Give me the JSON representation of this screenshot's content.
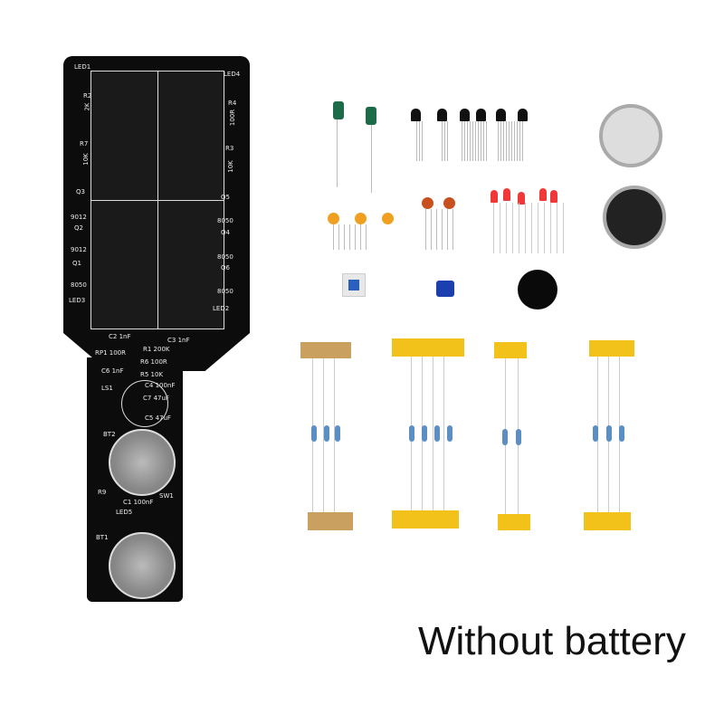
{
  "caption": "Without battery",
  "pcb_labels": {
    "led1": "LED1",
    "led4": "LED4",
    "led3": "LED3",
    "led2": "LED2",
    "led5": "LED5",
    "r2": "R2",
    "r4": "R4",
    "r7": "R7",
    "r3": "R3",
    "r9": "R9",
    "q3": "Q3",
    "q5": "Q5",
    "q2": "Q2",
    "q4": "Q4",
    "q1": "Q1",
    "q6": "Q6",
    "q3v": "9012",
    "q2v": "9012",
    "q1v": "8050",
    "q5v": "8050",
    "q4v": "8050",
    "q6v": "8050",
    "r2v": "2K",
    "r4v": "100R",
    "r7v": "10K",
    "r3v": "10K",
    "c2": "C2 1nF",
    "c3": "C3 1nF",
    "rp1": "RP1 100R",
    "r1": "R1 200K",
    "r6": "R6 100R",
    "r5": "R5 10K",
    "c6": "C6 1nF",
    "c4": "C4 100nF",
    "ls1": "LS1",
    "c7": "C7 47uF",
    "c5": "C5 47uF",
    "bt2": "BT2",
    "bt1": "BT1",
    "c1": "C1 100nF",
    "sw1": "SW1"
  },
  "colors": {
    "pcb": "#0c0c0c",
    "tape": "#f2c21b",
    "resistor": "#5b8fc4"
  }
}
